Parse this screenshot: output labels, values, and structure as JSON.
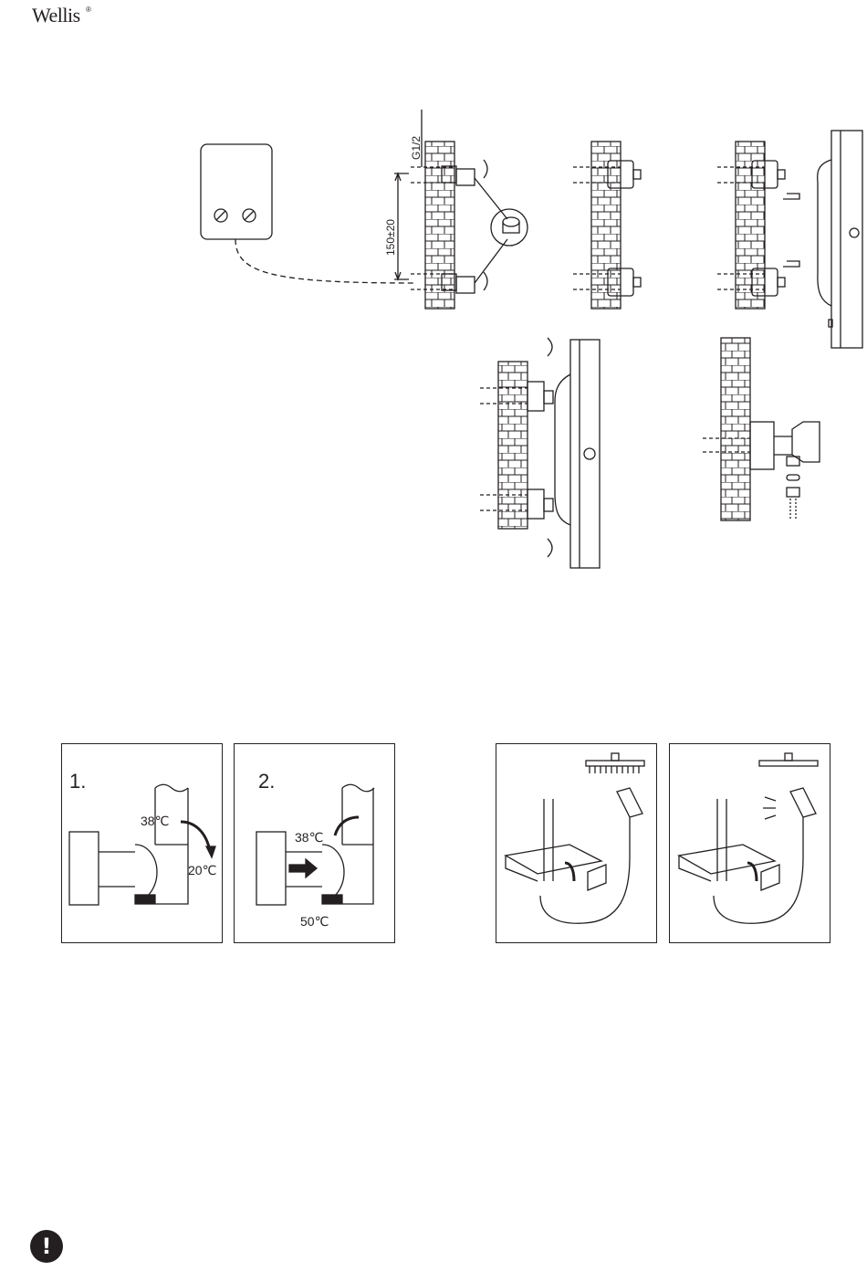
{
  "brand": {
    "name": "Wellis",
    "reg_mark": "®"
  },
  "install": {
    "thread_label": "G1/2",
    "spacing_label": "150±20"
  },
  "operation": {
    "step1": {
      "number": "1.",
      "temp_default": "38℃",
      "temp_cold": "20℃"
    },
    "step2": {
      "number": "2.",
      "temp_default": "38℃",
      "temp_hot": "50℃"
    }
  },
  "icons": {
    "warning": {
      "name": "exclamation-icon",
      "glyph": "!"
    }
  }
}
